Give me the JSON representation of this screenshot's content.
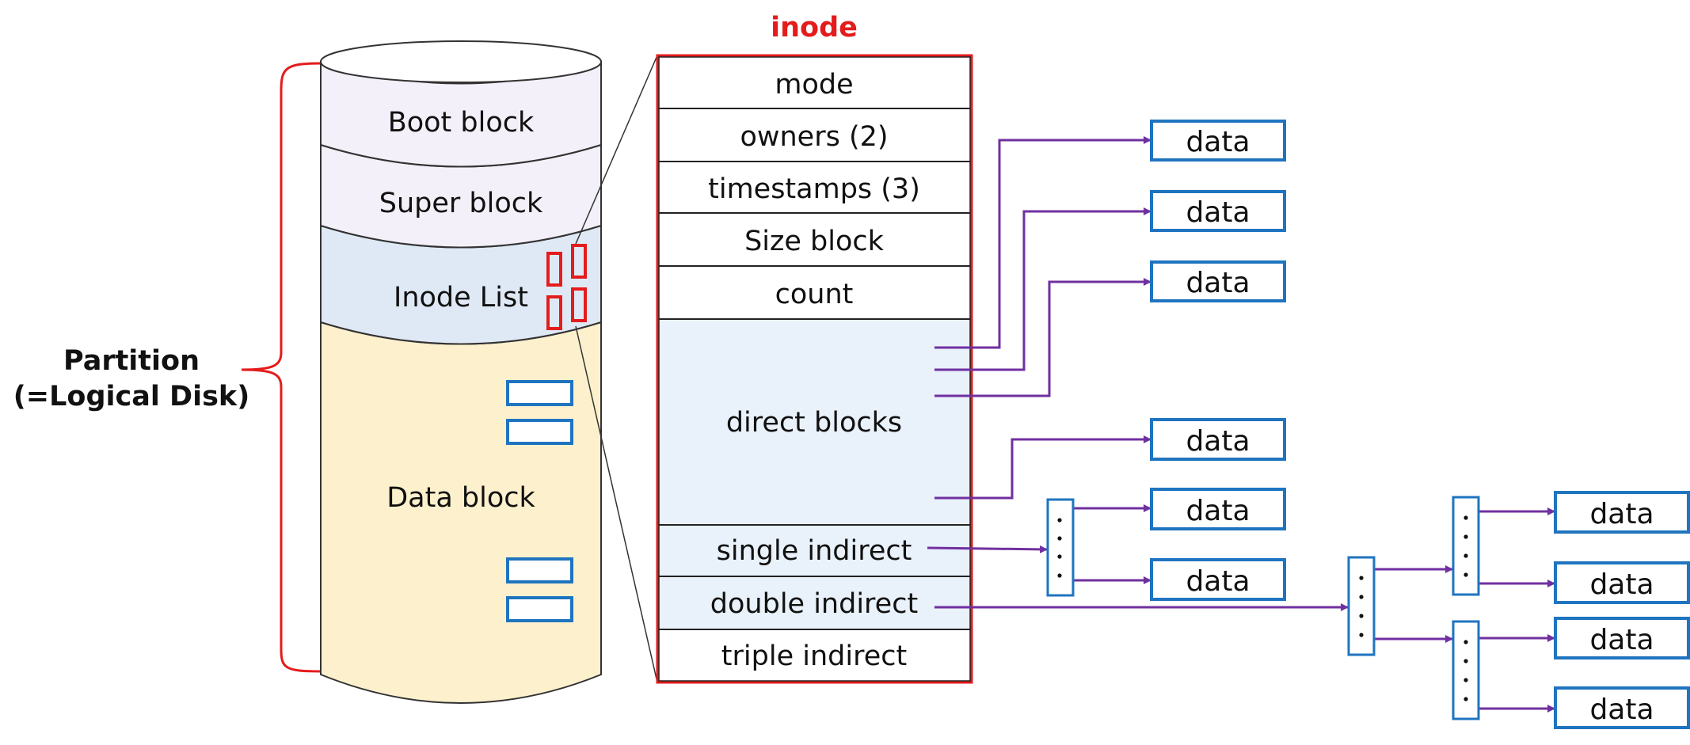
{
  "partition": {
    "label_line1": "Partition",
    "label_line2": "(=Logical Disk)",
    "bracket_color": "#e31c1c"
  },
  "disk": {
    "segments": [
      {
        "label": "Boot block",
        "color": "#f4f0f9"
      },
      {
        "label": "Super block",
        "color": "#f4f0f9"
      },
      {
        "label": "Inode List",
        "color": "#dfe9f5"
      },
      {
        "label": "Data block",
        "color": "#fdf1cd"
      }
    ]
  },
  "inode": {
    "title": "inode",
    "title_color": "#e31c1c",
    "fields": [
      {
        "label": "mode"
      },
      {
        "label": "owners (2)"
      },
      {
        "label": "timestamps (3)"
      },
      {
        "label": "Size block"
      },
      {
        "label": "count"
      },
      {
        "label": "direct blocks"
      },
      {
        "label": "single indirect"
      },
      {
        "label": "double indirect"
      },
      {
        "label": "triple indirect"
      }
    ]
  },
  "data_block_label": "data",
  "colors": {
    "arrow": "#7030a0",
    "block_border": "#1f74c0",
    "marker_red": "#e31c1c",
    "tinted_rows": "#e9f1fa"
  }
}
